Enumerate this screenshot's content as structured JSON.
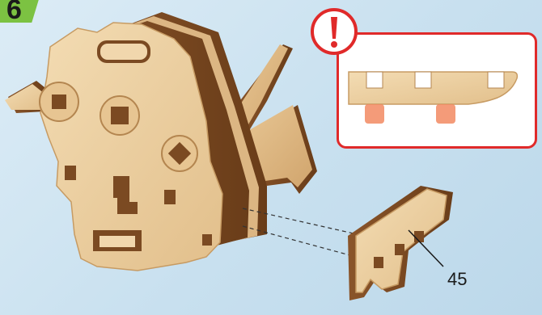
{
  "step": {
    "number": "6"
  },
  "callouts": {
    "part_number": "45"
  },
  "colors": {
    "step_badge": "#7cc242",
    "warning_red": "#e02a2a",
    "wood_light": "#ecd2a6",
    "wood_mid": "#d9b27a",
    "wood_dark": "#7b4a22",
    "peg_highlight": "#f28a62",
    "background": "#cfe4f2"
  },
  "icons": {
    "warning": "exclamation-icon",
    "leader": "leader-line"
  }
}
